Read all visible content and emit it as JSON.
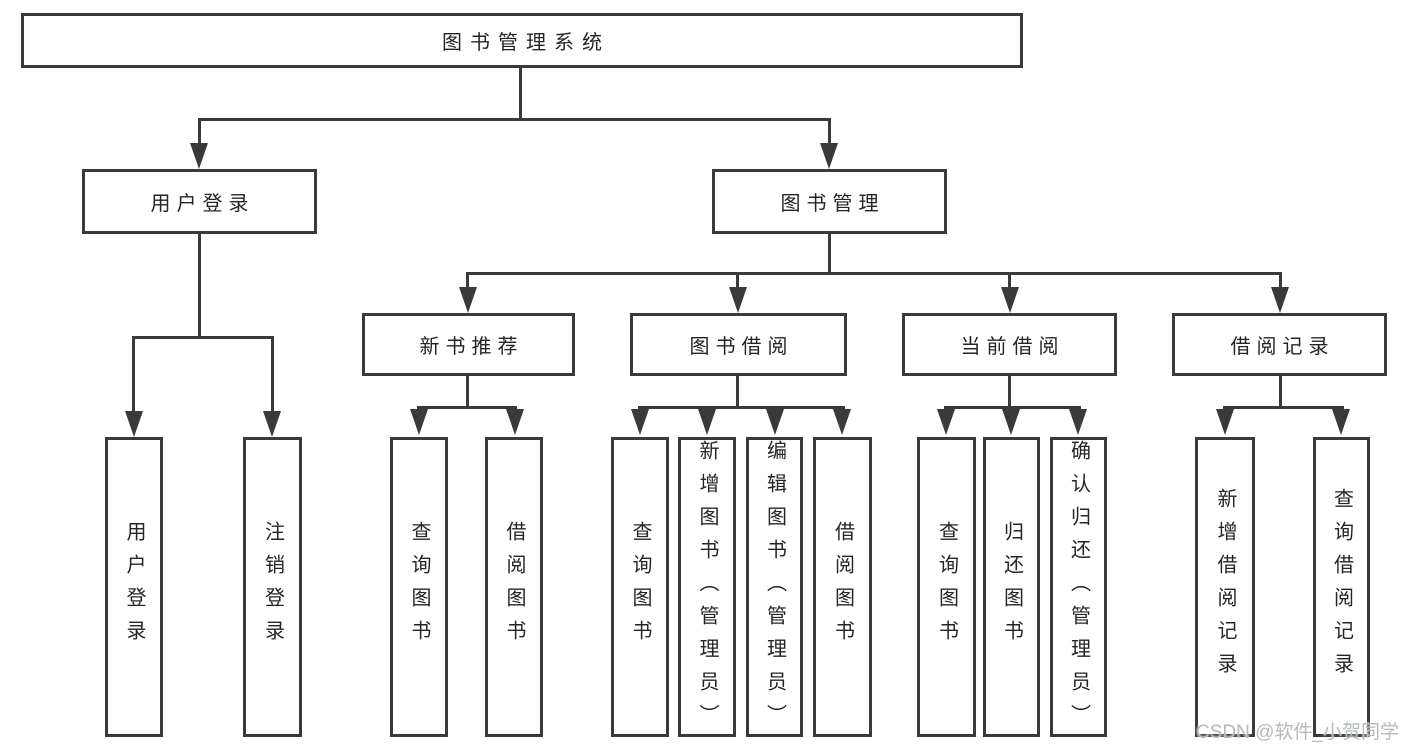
{
  "tree": {
    "root": "图书管理系统",
    "branches": [
      {
        "label": "用户登录",
        "leaves": [
          "用户登录",
          "注销登录"
        ]
      },
      {
        "label": "图书管理",
        "groups": [
          {
            "label": "新书推荐",
            "leaves": [
              "查询图书",
              "借阅图书"
            ]
          },
          {
            "label": "图书借阅",
            "leaves": [
              "查询图书",
              "新增图书（管理员）",
              "编辑图书（管理员）",
              "借阅图书"
            ]
          },
          {
            "label": "当前借阅",
            "leaves": [
              "查询图书",
              "归还图书",
              "确认归还（管理员）"
            ]
          },
          {
            "label": "借阅记录",
            "leaves": [
              "新增借阅记录",
              "查询借阅记录"
            ]
          }
        ]
      }
    ]
  },
  "watermark": {
    "text": "CSDN @软件_小贺同学"
  },
  "colors": {
    "line": "#3a3a3a",
    "text": "#252525",
    "background": "#ffffff",
    "watermark": "#b4b9bd"
  }
}
